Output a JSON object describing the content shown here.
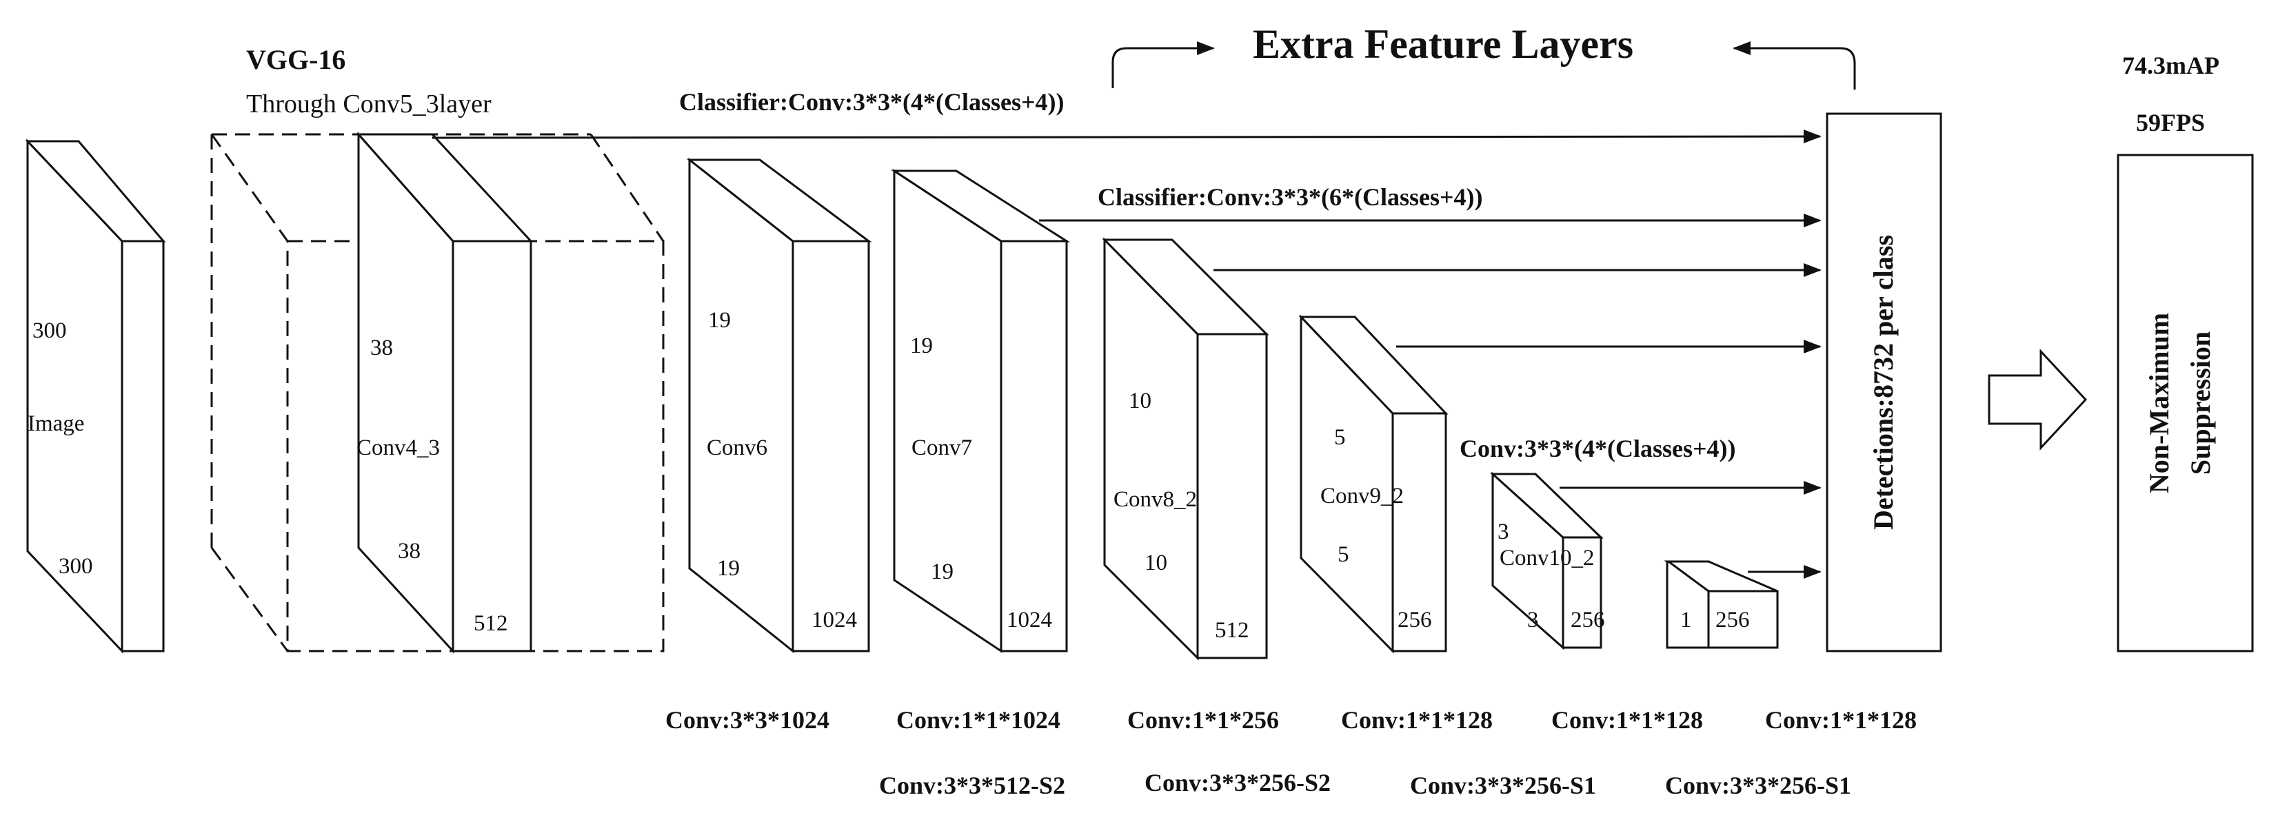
{
  "title": "Extra Feature Layers",
  "vgg": {
    "title": "VGG-16",
    "subtitle": "Through Conv5_3layer"
  },
  "image_block": {
    "top": "300",
    "label": "Image",
    "bottom": "300"
  },
  "blocks": [
    {
      "id": "conv4_3",
      "top": "38",
      "label": "Conv4_3",
      "bottom": "38",
      "depth": "512"
    },
    {
      "id": "conv6",
      "top": "19",
      "label": "Conv6",
      "bottom": "19",
      "depth": "1024"
    },
    {
      "id": "conv7",
      "top": "19",
      "label": "Conv7",
      "bottom": "19",
      "depth": "1024"
    },
    {
      "id": "conv8_2",
      "top": "10",
      "label": "Conv8_2",
      "bottom": "10",
      "depth": "512"
    },
    {
      "id": "conv9_2",
      "top": "5",
      "label": "Conv9_2",
      "bottom": "5",
      "depth": "256"
    },
    {
      "id": "conv10_2",
      "top": "3",
      "label": "Conv10_2",
      "bottom": "3",
      "depth": "256"
    },
    {
      "id": "conv11_2",
      "top": "",
      "label": "",
      "bottom": "1",
      "depth": "256"
    }
  ],
  "classifiers": {
    "c1": "Classifier:Conv:3*3*(4*(Classes+4))",
    "c2": "Classifier:Conv:3*3*(6*(Classes+4))",
    "c3": "Conv:3*3*(4*(Classes+4))"
  },
  "detections": "Detections:8732 per class",
  "metrics": {
    "map": "74.3mAP",
    "fps": "59FPS"
  },
  "nms": {
    "line1": "Non-Maximum",
    "line2": "Suppression"
  },
  "conv_row1": [
    "Conv:3*3*1024",
    "Conv:1*1*1024",
    "Conv:1*1*256",
    "Conv:1*1*128",
    "Conv:1*1*128",
    "Conv:1*1*128"
  ],
  "conv_row2": [
    "Conv:3*3*512-S2",
    "Conv:3*3*256-S2",
    "Conv:3*3*256-S1",
    "Conv:3*3*256-S1"
  ]
}
